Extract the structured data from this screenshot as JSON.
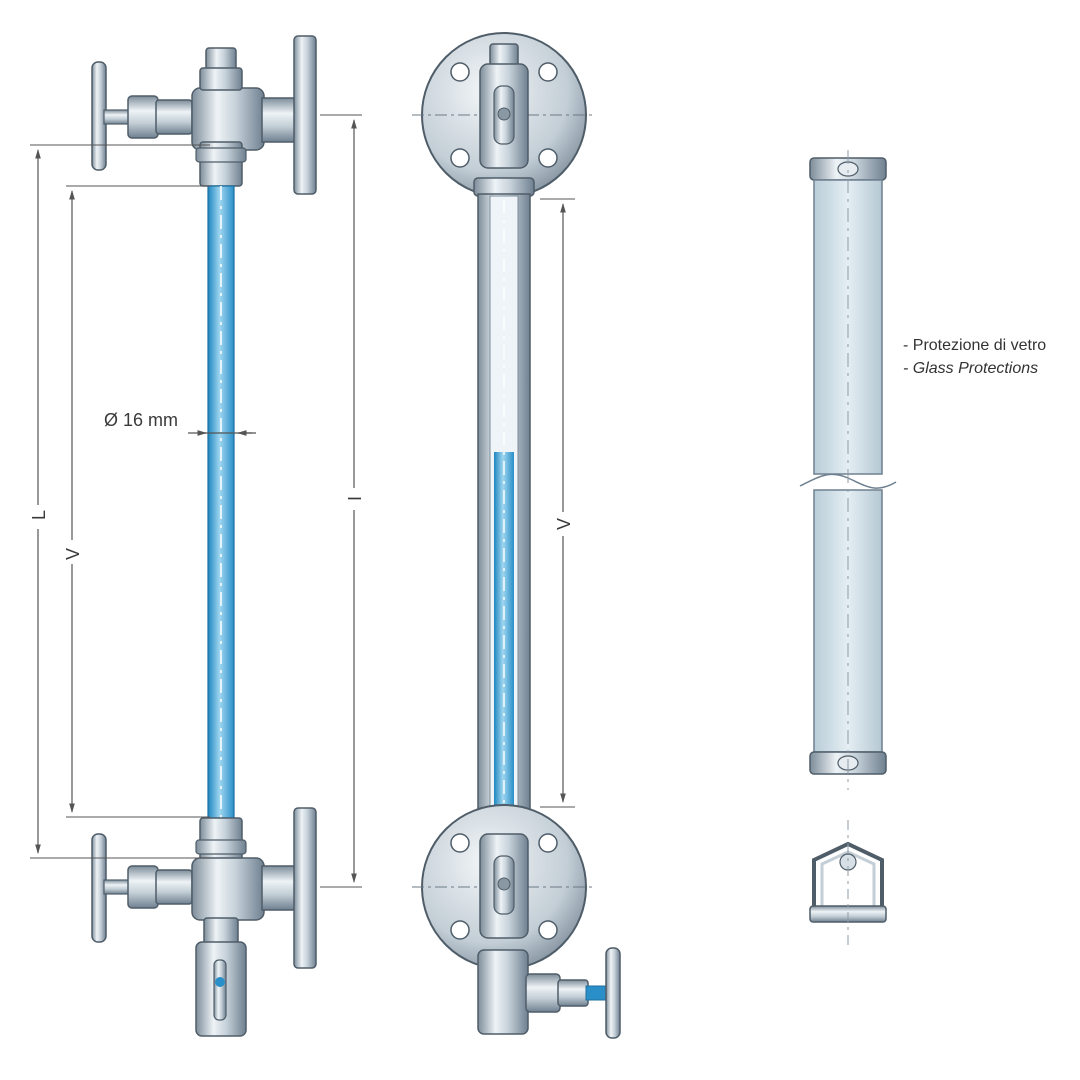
{
  "dimensions": {
    "diameter": "Ø 16 mm",
    "total_length": "L",
    "visible_length_left": "V",
    "center_distance": "I",
    "visible_length_center": "V"
  },
  "protection_label": {
    "italian": "- Protezione di vetro",
    "english": "- Glass Protections"
  },
  "colors": {
    "metal_light": "#e8eef2",
    "metal_mid": "#b9c6cf",
    "metal_dark": "#5f7080",
    "liquid": "#3aa6d8",
    "glass": "#d6e6ee",
    "dim_line": "#555555"
  }
}
